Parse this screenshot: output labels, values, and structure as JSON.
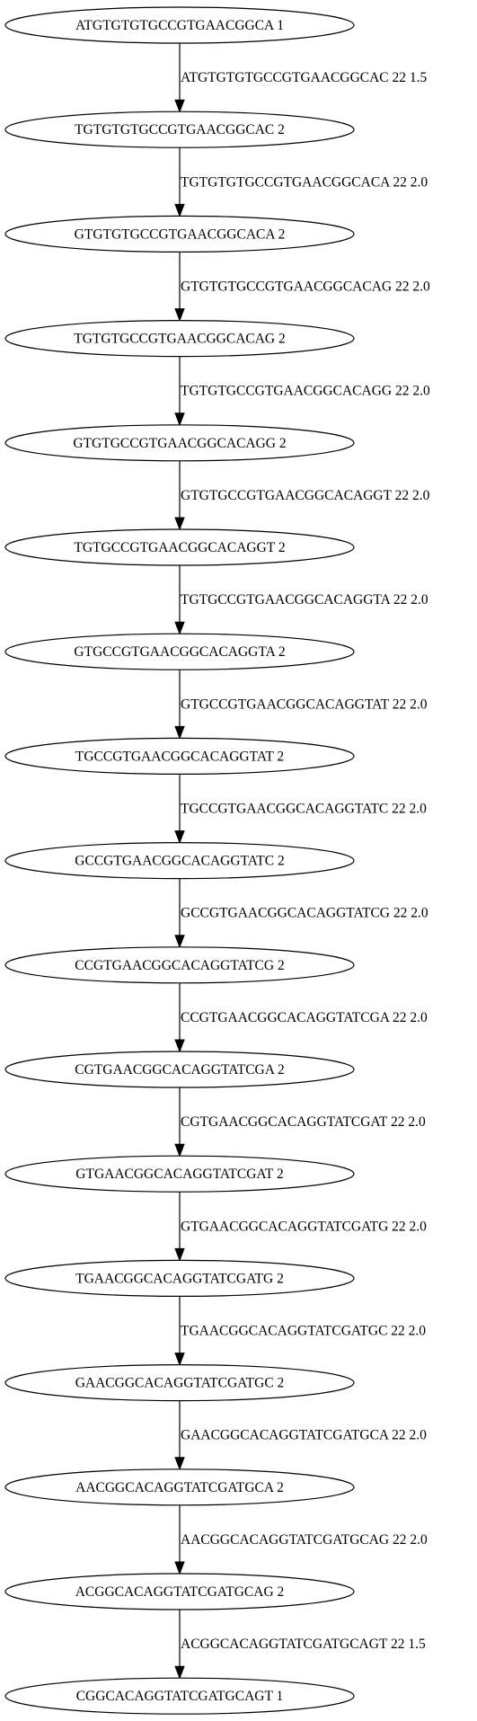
{
  "graph": {
    "nodes": [
      {
        "id": "ATGTGTGTGCCGTGAACGGCA",
        "label": "ATGTGTGTGCCGTGAACGGCA 1"
      },
      {
        "id": "TGTGTGTGCCGTGAACGGCAC",
        "label": "TGTGTGTGCCGTGAACGGCAC 2"
      },
      {
        "id": "GTGTGTGCCGTGAACGGCACA",
        "label": "GTGTGTGCCGTGAACGGCACA 2"
      },
      {
        "id": "TGTGTGCCGTGAACGGCACAG",
        "label": "TGTGTGCCGTGAACGGCACAG 2"
      },
      {
        "id": "GTGTGCCGTGAACGGCACAGG",
        "label": "GTGTGCCGTGAACGGCACAGG 2"
      },
      {
        "id": "TGTGCCGTGAACGGCACAGGT",
        "label": "TGTGCCGTGAACGGCACAGGT 2"
      },
      {
        "id": "GTGCCGTGAACGGCACAGGTA",
        "label": "GTGCCGTGAACGGCACAGGTA 2"
      },
      {
        "id": "TGCCGTGAACGGCACAGGTAT",
        "label": "TGCCGTGAACGGCACAGGTAT 2"
      },
      {
        "id": "GCCGTGAACGGCACAGGTATC",
        "label": "GCCGTGAACGGCACAGGTATC 2"
      },
      {
        "id": "CCGTGAACGGCACAGGTATCG",
        "label": "CCGTGAACGGCACAGGTATCG 2"
      },
      {
        "id": "CGTGAACGGCACAGGTATCGA",
        "label": "CGTGAACGGCACAGGTATCGA 2"
      },
      {
        "id": "GTGAACGGCACAGGTATCGAT",
        "label": "GTGAACGGCACAGGTATCGAT 2"
      },
      {
        "id": "TGAACGGCACAGGTATCGATG",
        "label": "TGAACGGCACAGGTATCGATG 2"
      },
      {
        "id": "GAACGGCACAGGTATCGATGC",
        "label": "GAACGGCACAGGTATCGATGC 2"
      },
      {
        "id": "AACGGCACAGGTATCGATGCA",
        "label": "AACGGCACAGGTATCGATGCA 2"
      },
      {
        "id": "ACGGCACAGGTATCGATGCAG",
        "label": "ACGGCACAGGTATCGATGCAG 2"
      },
      {
        "id": "CGGCACAGGTATCGATGCAGT",
        "label": "CGGCACAGGTATCGATGCAGT 1"
      }
    ],
    "edges": [
      {
        "from": 0,
        "to": 1,
        "label": "ATGTGTGTGCCGTGAACGGCAC 22 1.5"
      },
      {
        "from": 1,
        "to": 2,
        "label": "TGTGTGTGCCGTGAACGGCACA 22 2.0"
      },
      {
        "from": 2,
        "to": 3,
        "label": "GTGTGTGCCGTGAACGGCACAG 22 2.0"
      },
      {
        "from": 3,
        "to": 4,
        "label": "TGTGTGCCGTGAACGGCACAGG 22 2.0"
      },
      {
        "from": 4,
        "to": 5,
        "label": "GTGTGCCGTGAACGGCACAGGT 22 2.0"
      },
      {
        "from": 5,
        "to": 6,
        "label": "TGTGCCGTGAACGGCACAGGTA 22 2.0"
      },
      {
        "from": 6,
        "to": 7,
        "label": "GTGCCGTGAACGGCACAGGTAT 22 2.0"
      },
      {
        "from": 7,
        "to": 8,
        "label": "TGCCGTGAACGGCACAGGTATC 22 2.0"
      },
      {
        "from": 8,
        "to": 9,
        "label": "GCCGTGAACGGCACAGGTATCG 22 2.0"
      },
      {
        "from": 9,
        "to": 10,
        "label": "CCGTGAACGGCACAGGTATCGA 22 2.0"
      },
      {
        "from": 10,
        "to": 11,
        "label": "CGTGAACGGCACAGGTATCGAT 22 2.0"
      },
      {
        "from": 11,
        "to": 12,
        "label": "GTGAACGGCACAGGTATCGATG 22 2.0"
      },
      {
        "from": 12,
        "to": 13,
        "label": "TGAACGGCACAGGTATCGATGC 22 2.0"
      },
      {
        "from": 13,
        "to": 14,
        "label": "GAACGGCACAGGTATCGATGCA 22 2.0"
      },
      {
        "from": 14,
        "to": 15,
        "label": "AACGGCACAGGTATCGATGCAG 22 2.0"
      },
      {
        "from": 15,
        "to": 16,
        "label": "ACGGCACAGGTATCGATGCAGT 22 1.5"
      }
    ]
  }
}
